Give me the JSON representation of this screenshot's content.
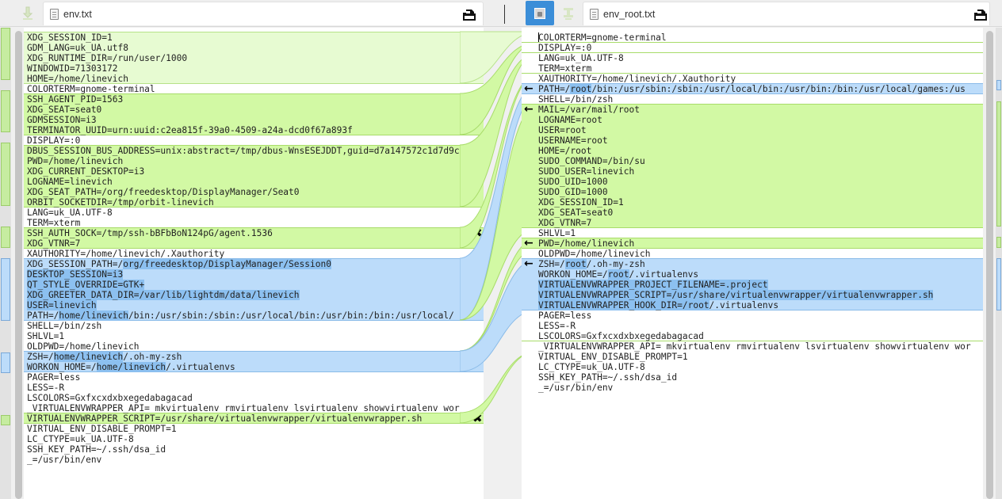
{
  "header": {
    "left_file": "env.txt",
    "right_file": "env_root.txt",
    "left_save_label": "save-left",
    "right_save_label": "save-right"
  },
  "colors": {
    "insert_green": "#d2f9a4",
    "selected_green": "#e7fbd2",
    "change_blue": "#bcdcfa",
    "inline_highlight": "#8cc0f0",
    "lock_active": "#3b8ed8"
  },
  "left_pane": {
    "lines": [
      "XDG_SESSION_ID=1",
      "GDM_LANG=uk_UA.utf8",
      "XDG_RUNTIME_DIR=/run/user/1000",
      "WINDOWID=71303172",
      "HOME=/home/linevich",
      "COLORTERM=gnome-terminal",
      "SSH_AGENT_PID=1563",
      "XDG_SEAT=seat0",
      "GDMSESSION=i3",
      "TERMINATOR_UUID=urn:uuid:c2ea815f-39a0-4509-a24a-dcd0f67a893f",
      "DISPLAY=:0",
      "DBUS_SESSION_BUS_ADDRESS=unix:abstract=/tmp/dbus-WnsESEJDDT,guid=d7a147572c1d7d9c",
      "PWD=/home/linevich",
      "XDG_CURRENT_DESKTOP=i3",
      "LOGNAME=linevich",
      "XDG_SEAT_PATH=/org/freedesktop/DisplayManager/Seat0",
      "ORBIT_SOCKETDIR=/tmp/orbit-linevich",
      "LANG=uk_UA.UTF-8",
      "TERM=xterm",
      "SSH_AUTH_SOCK=/tmp/ssh-bBFbBoN124pG/agent.1536",
      "XDG_VTNR=7",
      "XAUTHORITY=/home/linevich/.Xauthority",
      "XDG_SESSION_PATH=/org/freedesktop/DisplayManager/Session0",
      "DESKTOP_SESSION=i3",
      "QT_STYLE_OVERRIDE=GTK+",
      "XDG_GREETER_DATA_DIR=/var/lib/lightdm/data/linevich",
      "USER=linevich",
      "PATH=/home/linevich/bin:/usr/sbin:/sbin:/usr/local/bin:/usr/bin:/bin:/usr/local/",
      "SHELL=/bin/zsh",
      "SHLVL=1",
      "OLDPWD=/home/linevich",
      "ZSH=/home/linevich/.oh-my-zsh",
      "WORKON_HOME=/home/linevich/.virtualenvs",
      "PAGER=less",
      "LESS=-R",
      "LSCOLORS=Gxfxcxdxbxegedabagacad",
      "_VIRTUALENVWRAPPER_API= mkvirtualenv rmvirtualenv lsvirtualenv showvirtualenv wor",
      "VIRTUALENVWRAPPER_SCRIPT=/usr/share/virtualenvwrapper/virtualenvwrapper.sh",
      "VIRTUAL_ENV_DISABLE_PROMPT=1",
      "LC_CTYPE=uk_UA.UTF-8",
      "SSH_KEY_PATH=~/.ssh/dsa_id",
      "_=/usr/bin/env"
    ]
  },
  "right_pane": {
    "lines": [
      "COLORTERM=gnome-terminal",
      "DISPLAY=:0",
      "LANG=uk_UA.UTF-8",
      "TERM=xterm",
      "XAUTHORITY=/home/linevich/.Xauthority",
      "PATH=/root/bin:/usr/sbin:/sbin:/usr/local/bin:/usr/bin:/bin:/usr/local/games:/us",
      "SHELL=/bin/zsh",
      "MAIL=/var/mail/root",
      "LOGNAME=root",
      "USER=root",
      "USERNAME=root",
      "HOME=/root",
      "SUDO_COMMAND=/bin/su",
      "SUDO_USER=linevich",
      "SUDO_UID=1000",
      "SUDO_GID=1000",
      "XDG_SESSION_ID=1",
      "XDG_SEAT=seat0",
      "XDG_VTNR=7",
      "SHLVL=1",
      "PWD=/home/linevich",
      "OLDPWD=/home/linevich",
      "ZSH=/root/.oh-my-zsh",
      "WORKON_HOME=/root/.virtualenvs",
      "VIRTUALENVWRAPPER_PROJECT_FILENAME=.project",
      "VIRTUALENVWRAPPER_SCRIPT=/usr/share/virtualenvwrapper/virtualenvwrapper.sh",
      "VIRTUALENVWRAPPER_HOOK_DIR=/root/.virtualenvs",
      "PAGER=less",
      "LESS=-R",
      "LSCOLORS=Gxfxcxdxbxegedabagacad",
      "_VIRTUALENVWRAPPER_API= mkvirtualenv rmvirtualenv lsvirtualenv showvirtualenv wor",
      "VIRTUAL_ENV_DISABLE_PROMPT=1",
      "LC_CTYPE=uk_UA.UTF-8",
      "SSH_KEY_PATH=~/.ssh/dsa_id",
      "_=/usr/bin/env"
    ]
  },
  "left_chunks": [
    {
      "type": "insert",
      "start": 0,
      "end": 4,
      "selected": true,
      "action": "delete"
    },
    {
      "type": "insert",
      "start": 6,
      "end": 9,
      "action": "delete"
    },
    {
      "type": "insert",
      "start": 11,
      "end": 16,
      "action": "delete"
    },
    {
      "type": "insert",
      "start": 19,
      "end": 20,
      "action": "delete"
    },
    {
      "type": "change",
      "start": 22,
      "end": 27,
      "action": "delete"
    },
    {
      "type": "change",
      "start": 31,
      "end": 32,
      "action": "delete"
    },
    {
      "type": "insert",
      "start": 37,
      "end": 37,
      "action": "delete"
    }
  ],
  "right_chunks": [
    {
      "type": "change",
      "start": 5,
      "end": 5,
      "action": "copy-left"
    },
    {
      "type": "insert",
      "start": 7,
      "end": 18,
      "action": "copy-left"
    },
    {
      "type": "insert",
      "start": 20,
      "end": 20,
      "action": "copy-left"
    },
    {
      "type": "change",
      "start": 22,
      "end": 26,
      "action": "copy-left"
    }
  ],
  "icons": {
    "delete_chunk": "✖",
    "copy_left": "🡄"
  }
}
